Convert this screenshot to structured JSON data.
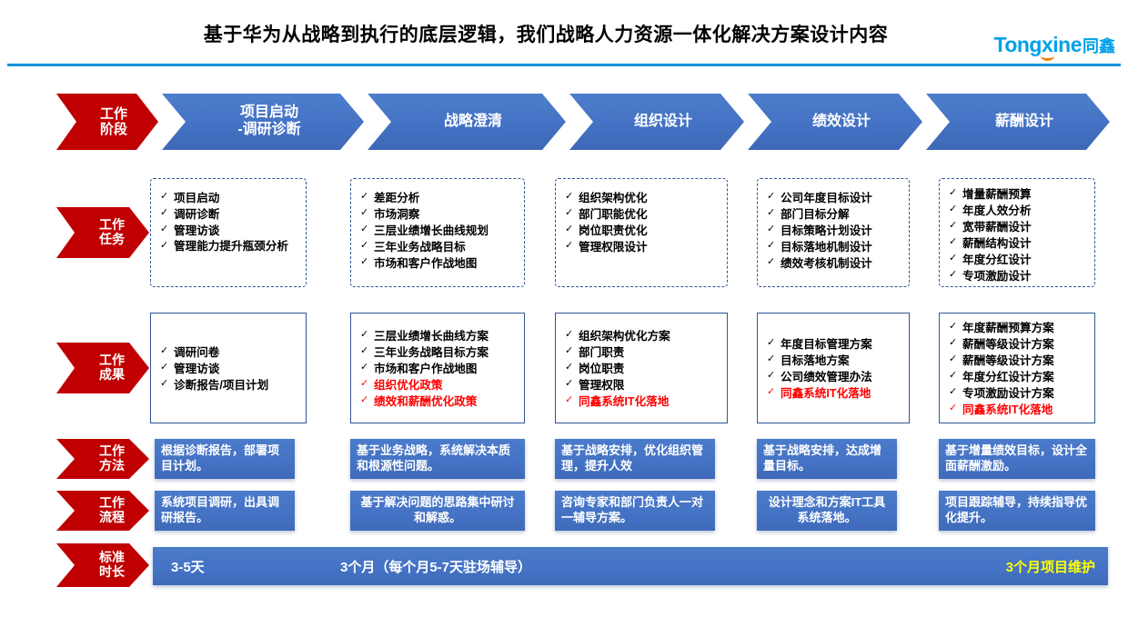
{
  "header": {
    "title": "基于华为从战略到执行的底层逻辑，我们战略人力资源一体化解决方案设计内容",
    "logo_latin": "Tongxine",
    "logo_cn": "同鑫",
    "accent_color": "#0093dd",
    "logo_color": "#00a0e9",
    "logo_arc_color": "#f08300"
  },
  "row_labels": {
    "stage": "工作\n阶段",
    "stage_l1": "工作",
    "stage_l2": "阶段",
    "task_l1": "工作",
    "task_l2": "任务",
    "result_l1": "工作",
    "result_l2": "成果",
    "method_l1": "工作",
    "method_l2": "方法",
    "process_l1": "工作",
    "process_l2": "流程",
    "duration_l1": "标准",
    "duration_l2": "时长"
  },
  "colors": {
    "red": "#c00000",
    "blue": "#4472c4",
    "highlight_red": "#ff0000",
    "highlight_yellow": "#ffff00"
  },
  "stages": [
    {
      "name_l1": "项目启动",
      "name_l2": "-调研诊断",
      "tasks": [
        "项目启动",
        "调研诊断",
        "管理访谈",
        "管理能力提升瓶颈分析"
      ],
      "tasks_red": [],
      "results": [
        "调研问卷",
        "管理访谈",
        "诊断报告/项目计划"
      ],
      "results_red": [],
      "method": "根据诊断报告，部署项目计划。",
      "process": "系统项目调研，出具调研报告。"
    },
    {
      "name_l1": "战略澄清",
      "name_l2": "",
      "tasks": [
        "差距分析",
        "市场洞察",
        "三层业绩增长曲线规划",
        "三年业务战略目标",
        "市场和客户作战地图"
      ],
      "tasks_red": [],
      "results": [
        "三层业绩增长曲线方案",
        "三年业务战略目标方案",
        "市场和客户作战地图",
        "组织优化政策",
        "绩效和薪酬优化政策"
      ],
      "results_red": [
        "组织优化政策",
        "绩效和薪酬优化政策"
      ],
      "method": "基于业务战略，系统解决本质和根源性问题。",
      "process": "基于解决问题的思路集中研讨和解惑。"
    },
    {
      "name_l1": "组织设计",
      "name_l2": "",
      "tasks": [
        "组织架构优化",
        "部门职能优化",
        "岗位职责优化",
        "管理权限设计"
      ],
      "tasks_red": [],
      "results": [
        "组织架构优化方案",
        "部门职责",
        "岗位职责",
        "管理权限",
        "同鑫系统IT化落地"
      ],
      "results_red": [
        "同鑫系统IT化落地"
      ],
      "method": "基于战略安排，优化组织管理，提升人效",
      "process": "咨询专家和部门负责人一对一辅导方案。"
    },
    {
      "name_l1": "绩效设计",
      "name_l2": "",
      "tasks": [
        "公司年度目标设计",
        "部门目标分解",
        "目标策略计划设计",
        "目标落地机制设计",
        "绩效考核机制设计"
      ],
      "tasks_red": [],
      "results": [
        "年度目标管理方案",
        "目标落地方案",
        "公司绩效管理办法",
        "同鑫系统IT化落地"
      ],
      "results_red": [
        "同鑫系统IT化落地"
      ],
      "method": "基于战略安排，达成增量目标。",
      "process": "设计理念和方案IT工具系统落地。"
    },
    {
      "name_l1": "薪酬设计",
      "name_l2": "",
      "tasks": [
        "增量薪酬预算",
        "年度人效分析",
        "宽带薪酬设计",
        "薪酬结构设计",
        "年度分红设计",
        "专项激励设计"
      ],
      "tasks_red": [],
      "results": [
        "年度薪酬预算方案",
        "薪酬等级设计方案",
        "薪酬等级设计方案",
        "年度分红设计方案",
        "专项激励设计方案",
        "同鑫系统IT化落地"
      ],
      "results_red": [
        "同鑫系统IT化落地"
      ],
      "method": "基于增量绩效目标，设计全面薪酬激励。",
      "process": "项目跟踪辅导，持续指导优化提升。"
    }
  ],
  "duration": {
    "segment_1": "3-5天",
    "segment_2": "3个月（每个月5-7天驻场辅导）",
    "segment_3": "3个月项目维护"
  }
}
